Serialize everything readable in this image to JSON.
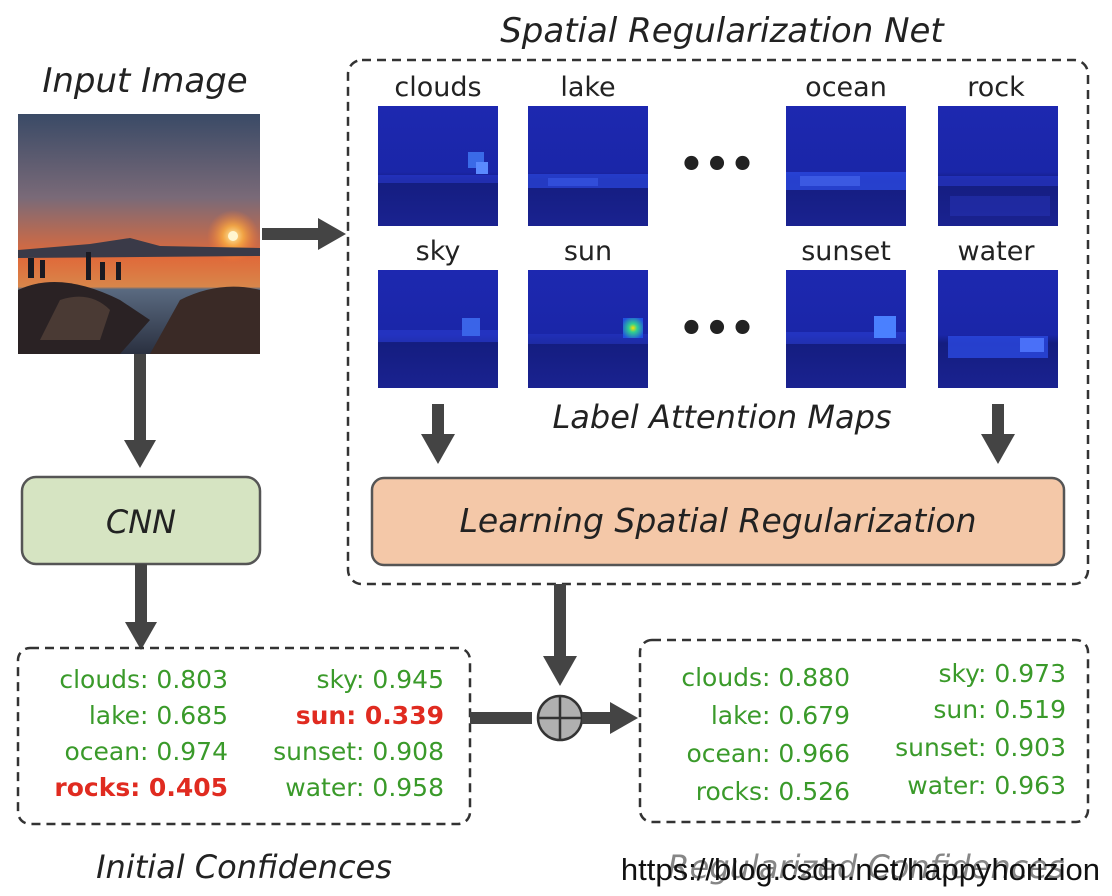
{
  "titles": {
    "input_image": "Input Image",
    "srn": "Spatial Regularization Net",
    "cnn": "CNN",
    "learning": "Learning Spatial Regularization",
    "attention": "Label Attention Maps",
    "initial": "Initial Confidences",
    "regularized": "Regularized Confidences"
  },
  "attention_maps": {
    "row1": [
      "clouds",
      "lake",
      "ocean",
      "rock"
    ],
    "row2": [
      "sky",
      "sun",
      "sunset",
      "water"
    ],
    "ellipsis": "•••"
  },
  "initial_confidences": {
    "left": [
      {
        "text": "clouds: 0.803",
        "highlight": false
      },
      {
        "text": "lake: 0.685",
        "highlight": false
      },
      {
        "text": "ocean: 0.974",
        "highlight": false
      },
      {
        "text": "rocks: 0.405",
        "highlight": true
      }
    ],
    "right": [
      {
        "text": "sky: 0.945",
        "highlight": false
      },
      {
        "text": "sun: 0.339",
        "highlight": true
      },
      {
        "text": "sunset: 0.908",
        "highlight": false
      },
      {
        "text": "water: 0.958",
        "highlight": false
      }
    ]
  },
  "regularized_confidences": {
    "left": [
      "clouds: 0.880",
      "lake: 0.679",
      "ocean: 0.966",
      "rocks: 0.526"
    ],
    "right": [
      "sky: 0.973",
      "sun: 0.519",
      "sunset: 0.903",
      "water: 0.963"
    ]
  },
  "watermark": "https://blog.csdn.net/happyhorizion",
  "colors": {
    "cnn_fill": "#d6e4c2",
    "learning_fill": "#f4c8a8",
    "confidence_green": "#3a9a2a",
    "confidence_red": "#e02b20",
    "map_blue": "#1a2bb8"
  }
}
